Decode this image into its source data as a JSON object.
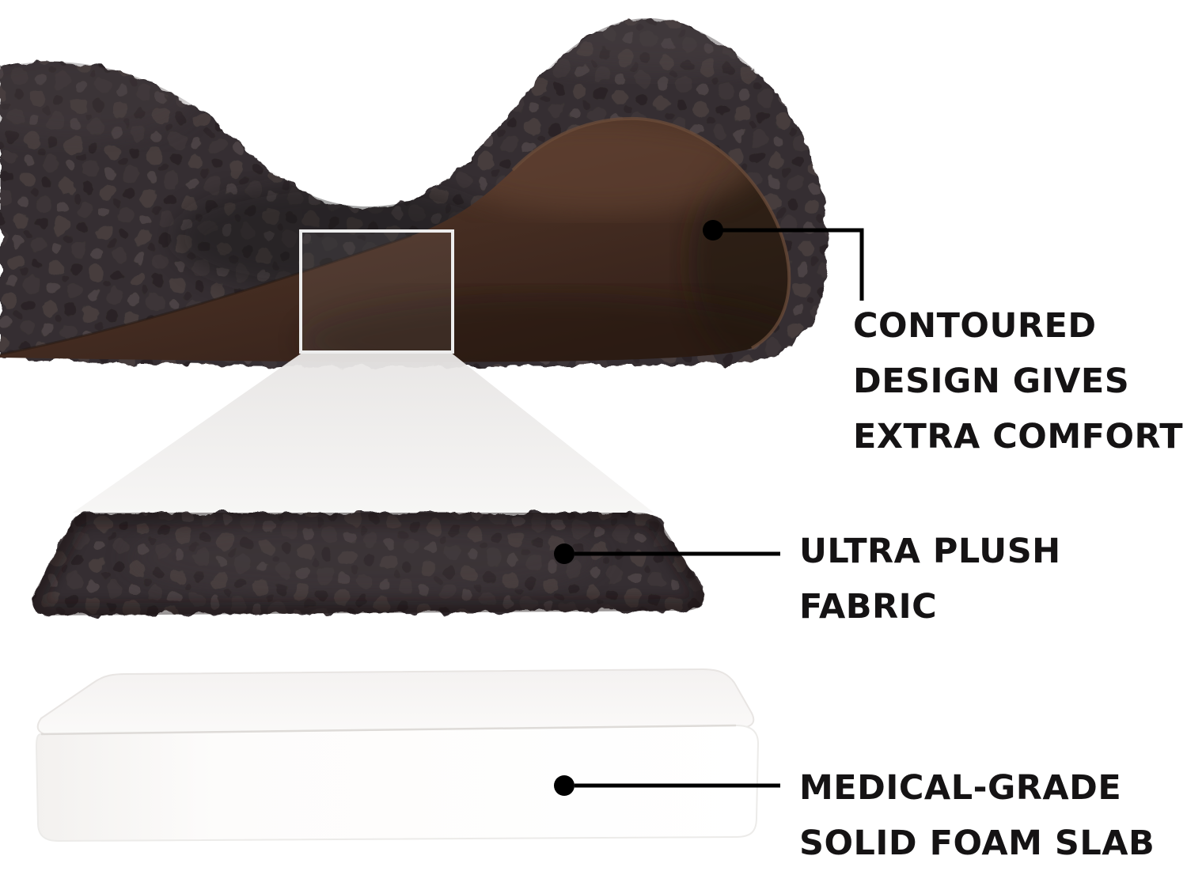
{
  "page": {
    "background": "#ffffff"
  },
  "colors": {
    "fur_dark": "#2e2829",
    "fur_base": "#3a3334",
    "fur_light": "#4a4142",
    "suede_light": "#573b2c",
    "suede_dark": "#34211a",
    "cone_gray": "#ebe9e8",
    "foam_white": "#fdfcfc",
    "callout_text": "#151314",
    "callout_line": "#000000"
  },
  "callouts": [
    {
      "lines": [
        "CONTOURED",
        "DESIGN GIVES",
        "EXTRA COMFORT"
      ]
    },
    {
      "lines": [
        "ULTRA PLUSH",
        "FABRIC"
      ]
    },
    {
      "lines": [
        "MEDICAL-GRADE",
        "SOLID FOAM SLAB"
      ]
    }
  ]
}
